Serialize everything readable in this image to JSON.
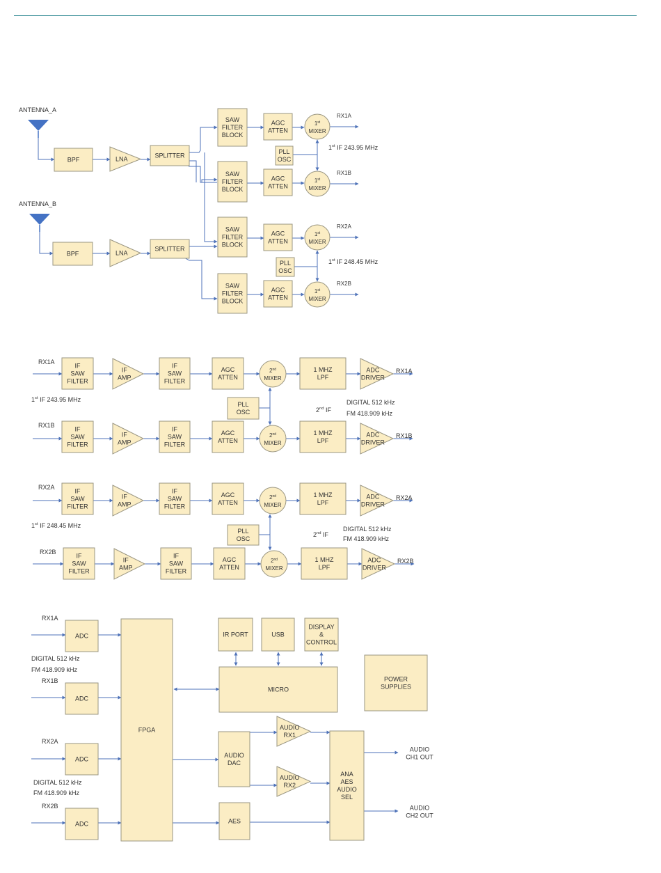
{
  "colors": {
    "box_fill": "#fbedc4",
    "box_stroke": "#9a9682",
    "line": "#4e72b8",
    "antenna": "#4472c4",
    "rule": "#3a8e98"
  },
  "stage1": {
    "antenna_a": "ANTENNA_A",
    "antenna_b": "ANTENNA_B",
    "bpf": "BPF",
    "lna": "LNA",
    "splitter": "SPLITTER",
    "saw_filter_block": [
      "SAW",
      "FILTER",
      "BLOCK"
    ],
    "agc_atten": [
      "AGC",
      "ATTEN"
    ],
    "mixer_sup": "1st",
    "mixer": "MIXER",
    "pll_osc": [
      "PLL",
      "OSC"
    ],
    "if_a": "1st IF 243.95 MHz",
    "if_b": "1st IF 248.45 MHz",
    "rx1a": "RX1A",
    "rx1b": "RX1B",
    "rx2a": "RX2A",
    "rx2b": "RX2B"
  },
  "stage2": {
    "rx1a": "RX1A",
    "rx1b": "RX1B",
    "rx2a": "RX2A",
    "rx2b": "RX2B",
    "if_saw_filter": [
      "IF",
      "SAW",
      "FILTER"
    ],
    "if_amp": [
      "IF",
      "AMP"
    ],
    "agc_atten": [
      "AGC",
      "ATTEN"
    ],
    "mixer_sup": "2nd",
    "mixer": "MIXER",
    "lpf": [
      "1 MHZ",
      "LPF"
    ],
    "adc_driver": [
      "ADC",
      "DRIVER"
    ],
    "pll_osc": [
      "PLL",
      "OSC"
    ],
    "if_a": "1st IF 243.95 MHz",
    "if_b": "1st IF 248.45 MHz",
    "second_if": "2nd IF",
    "digital": "DIGITAL 512 kHz",
    "fm": "FM 418.909 kHz"
  },
  "stage3": {
    "rx1a": "RX1A",
    "rx1b": "RX1B",
    "rx2a": "RX2A",
    "rx2b": "RX2B",
    "adc": "ADC",
    "fpga": "FPGA",
    "ir_port": "IR PORT",
    "usb": "USB",
    "display_control": [
      "DISPLAY",
      "&",
      "CONTROL"
    ],
    "micro": "MICRO",
    "power_supplies": [
      "POWER",
      "SUPPLIES"
    ],
    "audio_dac": [
      "AUDIO",
      "DAC"
    ],
    "audio_rx1": [
      "AUDIO",
      "RX1"
    ],
    "audio_rx2": [
      "AUDIO",
      "RX2"
    ],
    "aes": "AES",
    "sel": [
      "ANA",
      "AES",
      "AUDIO",
      "SEL"
    ],
    "ch1_out": [
      "AUDIO",
      "CH1 OUT"
    ],
    "ch2_out": [
      "AUDIO",
      "CH2 OUT"
    ],
    "digital": "DIGITAL 512 kHz",
    "fm": "FM 418.909 kHz"
  }
}
